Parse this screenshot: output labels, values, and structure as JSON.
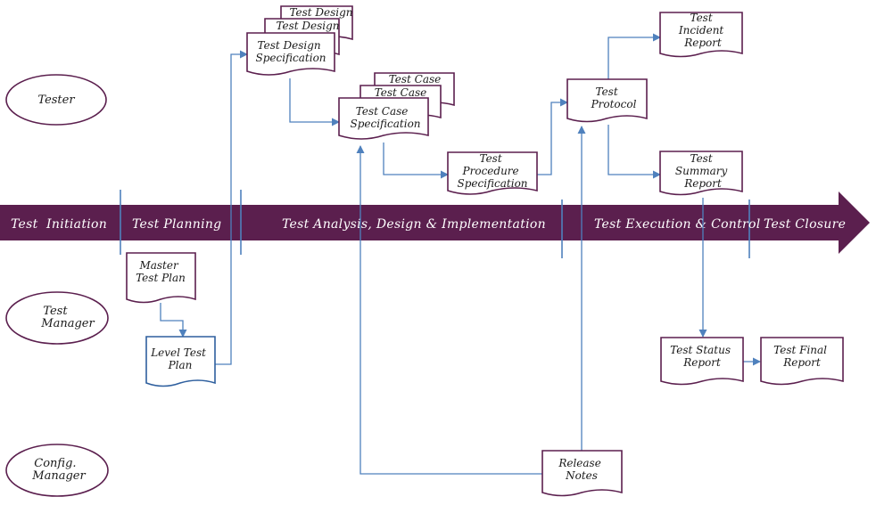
{
  "diagram": {
    "phases": [
      {
        "label": "Test  Initiation"
      },
      {
        "label": "Test Planning"
      },
      {
        "label": "Test Analysis, Design & Implementation"
      },
      {
        "label": "Test Execution & Control"
      },
      {
        "label": "Test Closure"
      }
    ],
    "roles": [
      {
        "label": [
          "Tester"
        ]
      },
      {
        "label": [
          "Test",
          "Manager"
        ]
      },
      {
        "label": [
          "Config.",
          "Manager"
        ]
      }
    ],
    "documents": {
      "test_design_back2": [
        "Test Design"
      ],
      "test_design_back1": [
        "Test Design"
      ],
      "test_design_spec": [
        "Test Design",
        "Specification"
      ],
      "test_case_back2": [
        "Test Case"
      ],
      "test_case_back1": [
        "Test Case"
      ],
      "test_case_spec": [
        "Test Case",
        "Specification"
      ],
      "test_procedure_spec": [
        "Test",
        "Procedure",
        "Specification"
      ],
      "test_protocol": [
        "Test",
        "Protocol"
      ],
      "test_incident_report": [
        "Test",
        "Incident",
        "Report"
      ],
      "test_summary_report": [
        "Test",
        "Summary",
        "Report"
      ],
      "master_test_plan": [
        "Master",
        "Test Plan"
      ],
      "level_test_plan": [
        "Level Test",
        "Plan"
      ],
      "test_status_report": [
        "Test Status",
        "Report"
      ],
      "test_final_report": [
        "Test Final",
        "Report"
      ],
      "release_notes": [
        "Release",
        "Notes"
      ]
    },
    "colors": {
      "phase_arrow": "#5b1f4e",
      "shape_outline": "#5b1f4e",
      "level_plan_outline": "#2e5f9e",
      "connector": "#4f81bd"
    }
  }
}
